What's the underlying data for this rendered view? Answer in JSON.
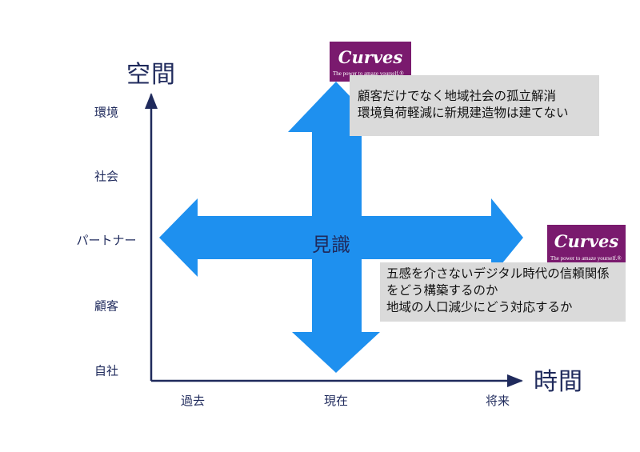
{
  "axes": {
    "y_title": "空間",
    "x_title": "時間",
    "y_labels": [
      "環境",
      "社会",
      "パートナー",
      "顧客",
      "自社"
    ],
    "x_labels": [
      "過去",
      "現在",
      "将来"
    ]
  },
  "center_label": "見識",
  "logos": [
    {
      "brand": "Curves",
      "tagline": "The power to amaze yourself.®"
    },
    {
      "brand": "Curves",
      "tagline": "The power to amaze yourself.®"
    }
  ],
  "notes": {
    "top": [
      "顧客だけでなく地域社会の孤立解消",
      "環境負荷軽減に新規建造物は建てない"
    ],
    "bottom": [
      "五感を介さないデジタル時代の信頼関係",
      "をどう構築するのか",
      "地域の人口減少にどう対応するか"
    ]
  },
  "colors": {
    "arrow": "#1e90ef",
    "axis": "#1f2a5c",
    "logo_bg": "#7a1a6e",
    "note_bg": "#dadada"
  }
}
